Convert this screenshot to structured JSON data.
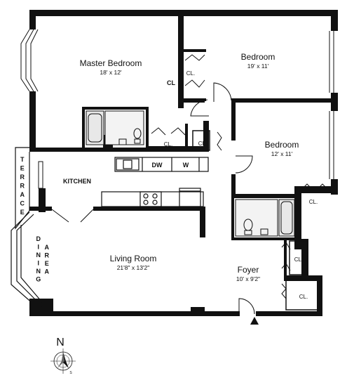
{
  "rooms": {
    "master_bedroom": {
      "name": "Master Bedroom",
      "dims": "18' x 12'"
    },
    "bedroom_1": {
      "name": "Bedroom",
      "dims": "19' x 11'"
    },
    "bedroom_2": {
      "name": "Bedroom",
      "dims": "12' x 11'"
    },
    "kitchen": {
      "name": "KITCHEN"
    },
    "living_room": {
      "name": "Living Room",
      "dims": "21'8\" x 13'2\""
    },
    "foyer": {
      "name": "Foyer",
      "dims": "10' x 9'2\""
    }
  },
  "closets": {
    "master": "CL",
    "bedroom_1": "CL.",
    "hall_1": "CL.",
    "hall_2": "CL.",
    "bedroom_2": "CL.",
    "foyer_1": "CL.",
    "foyer_2": "CL."
  },
  "appliances": {
    "dishwasher": "DW",
    "washer": "W"
  },
  "terrace": [
    "T",
    "E",
    "R",
    "R",
    "A",
    "C",
    "E"
  ],
  "dining": [
    "D",
    "I",
    "N",
    "I",
    "N",
    "G"
  ],
  "area": [
    "A",
    "R",
    "E",
    "A"
  ],
  "compass": {
    "north_label": "N",
    "south_label": "S"
  }
}
